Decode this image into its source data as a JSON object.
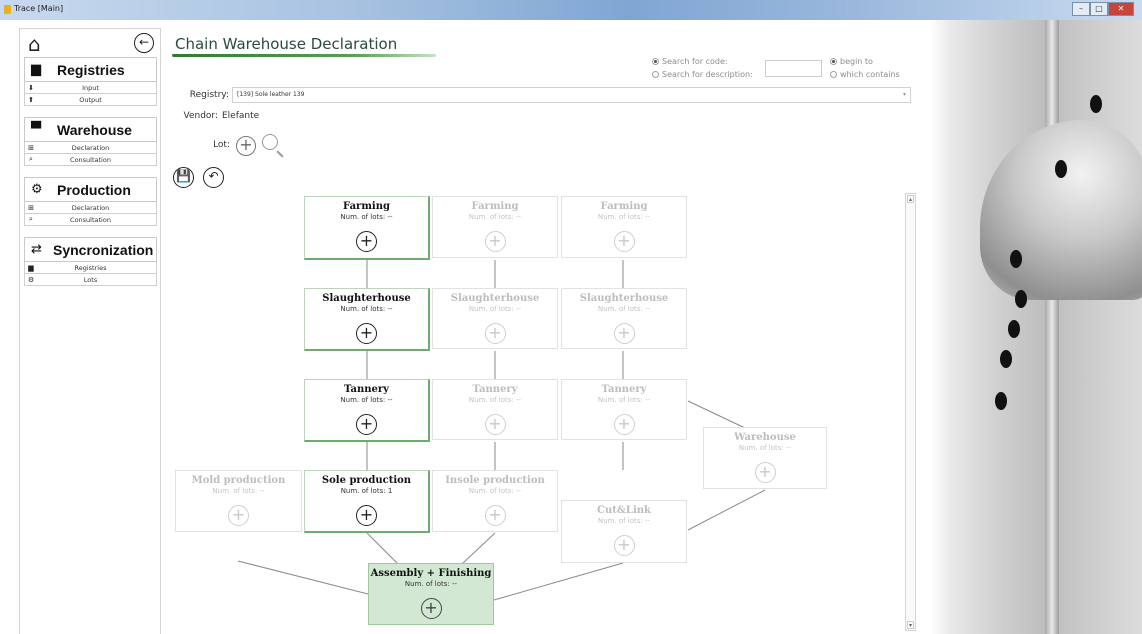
{
  "window": {
    "title": "Trace [Main]"
  },
  "sidebar": {
    "sections": [
      {
        "label": "Registries",
        "items": [
          "Input",
          "Output"
        ]
      },
      {
        "label": "Warehouse",
        "items": [
          "Declaration",
          "Consultation"
        ]
      },
      {
        "label": "Production",
        "items": [
          "Declaration",
          "Consultation"
        ]
      },
      {
        "label": "Syncronization",
        "items": [
          "Registries",
          "Lots"
        ]
      }
    ]
  },
  "header": {
    "title": "Chain Warehouse Declaration"
  },
  "search": {
    "code_label": "Search for code:",
    "description_label": "Search for description:",
    "begin_label": "begin to",
    "contains_label": "which contains",
    "value": ""
  },
  "form": {
    "registry_label": "Registry:",
    "registry_value": "[139] Sole leather 139",
    "vendor_label": "Vendor:",
    "vendor_value": "Elefante",
    "lot_label": "Lot:"
  },
  "chain": {
    "lots_label": "Num. of lots:",
    "nodes": [
      {
        "name": "Farming",
        "lots": "--",
        "active": true
      },
      {
        "name": "Farming",
        "lots": "--",
        "active": false
      },
      {
        "name": "Farming",
        "lots": "--",
        "active": false
      },
      {
        "name": "Slaughterhouse",
        "lots": "--",
        "active": true
      },
      {
        "name": "Slaughterhouse",
        "lots": "--",
        "active": false
      },
      {
        "name": "Slaughterhouse",
        "lots": "--",
        "active": false
      },
      {
        "name": "Tannery",
        "lots": "--",
        "active": true
      },
      {
        "name": "Tannery",
        "lots": "--",
        "active": false
      },
      {
        "name": "Tannery",
        "lots": "--",
        "active": false
      },
      {
        "name": "Warehouse",
        "lots": "--",
        "active": false
      },
      {
        "name": "Mold production",
        "lots": "--",
        "active": false
      },
      {
        "name": "Sole production",
        "lots": "1",
        "active": true
      },
      {
        "name": "Insole production",
        "lots": "--",
        "active": false
      },
      {
        "name": "Cut&Link",
        "lots": "--",
        "active": false
      },
      {
        "name": "Assembly + Finishing",
        "lots": "--",
        "active": true
      }
    ]
  }
}
